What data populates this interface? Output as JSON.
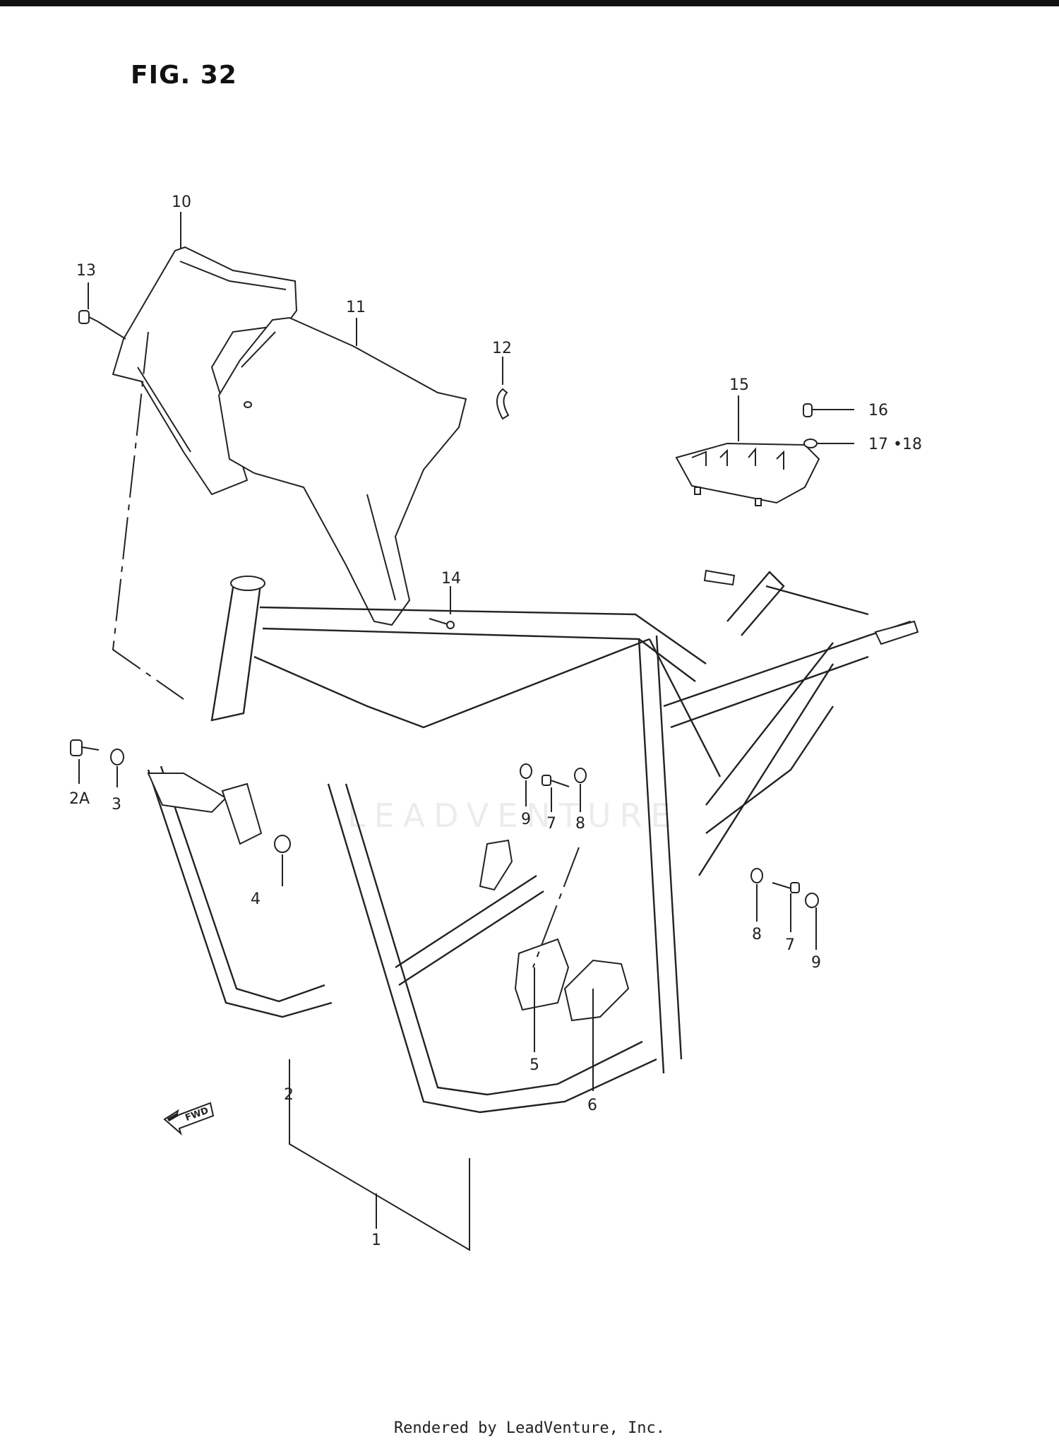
{
  "figure": {
    "title": "FIG. 32"
  },
  "watermark": "LEADVENTURE",
  "fwd_label": "FWD",
  "footer": "Rendered by LeadVenture, Inc.",
  "callouts": {
    "c1": "1",
    "c2": "2",
    "c2a": "2A",
    "c3": "3",
    "c4": "4",
    "c5": "5",
    "c6": "6",
    "c7a": "7",
    "c7b": "7",
    "c8a": "8",
    "c8b": "8",
    "c9a": "9",
    "c9b": "9",
    "c10": "10",
    "c11": "11",
    "c12": "12",
    "c13": "13",
    "c14": "14",
    "c15": "15",
    "c16": "16",
    "c17_18": "17 •18"
  }
}
